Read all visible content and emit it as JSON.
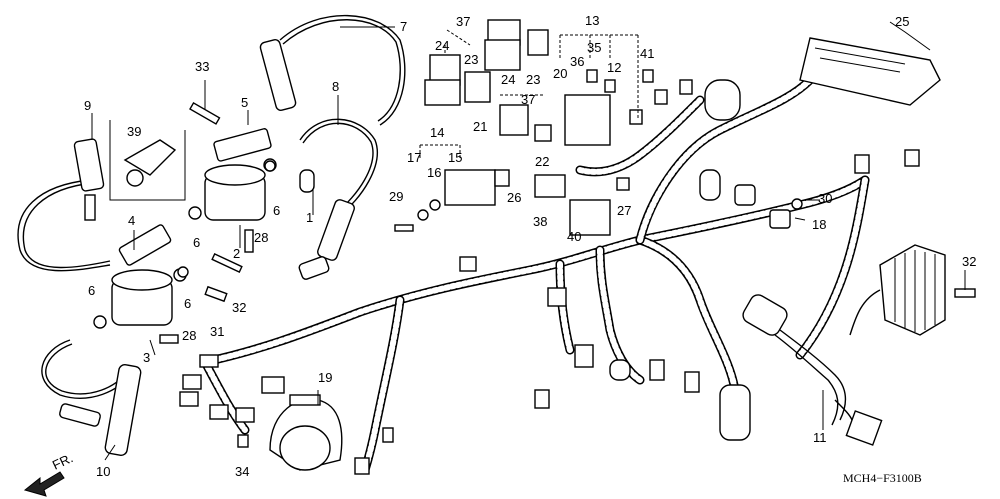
{
  "diagram": {
    "figure_code": "MCH4−F3100B",
    "direction_label": "FR.",
    "callouts": [
      "1",
      "2",
      "3",
      "4",
      "5",
      "6",
      "6",
      "6",
      "6",
      "7",
      "8",
      "9",
      "10",
      "11",
      "12",
      "13",
      "14",
      "15",
      "16",
      "17",
      "18",
      "19",
      "20",
      "21",
      "22",
      "23",
      "23",
      "24",
      "24",
      "25",
      "26",
      "27",
      "28",
      "28",
      "29",
      "30",
      "31",
      "32",
      "32",
      "33",
      "34",
      "35",
      "36",
      "37",
      "37",
      "38",
      "39",
      "40",
      "41"
    ]
  }
}
